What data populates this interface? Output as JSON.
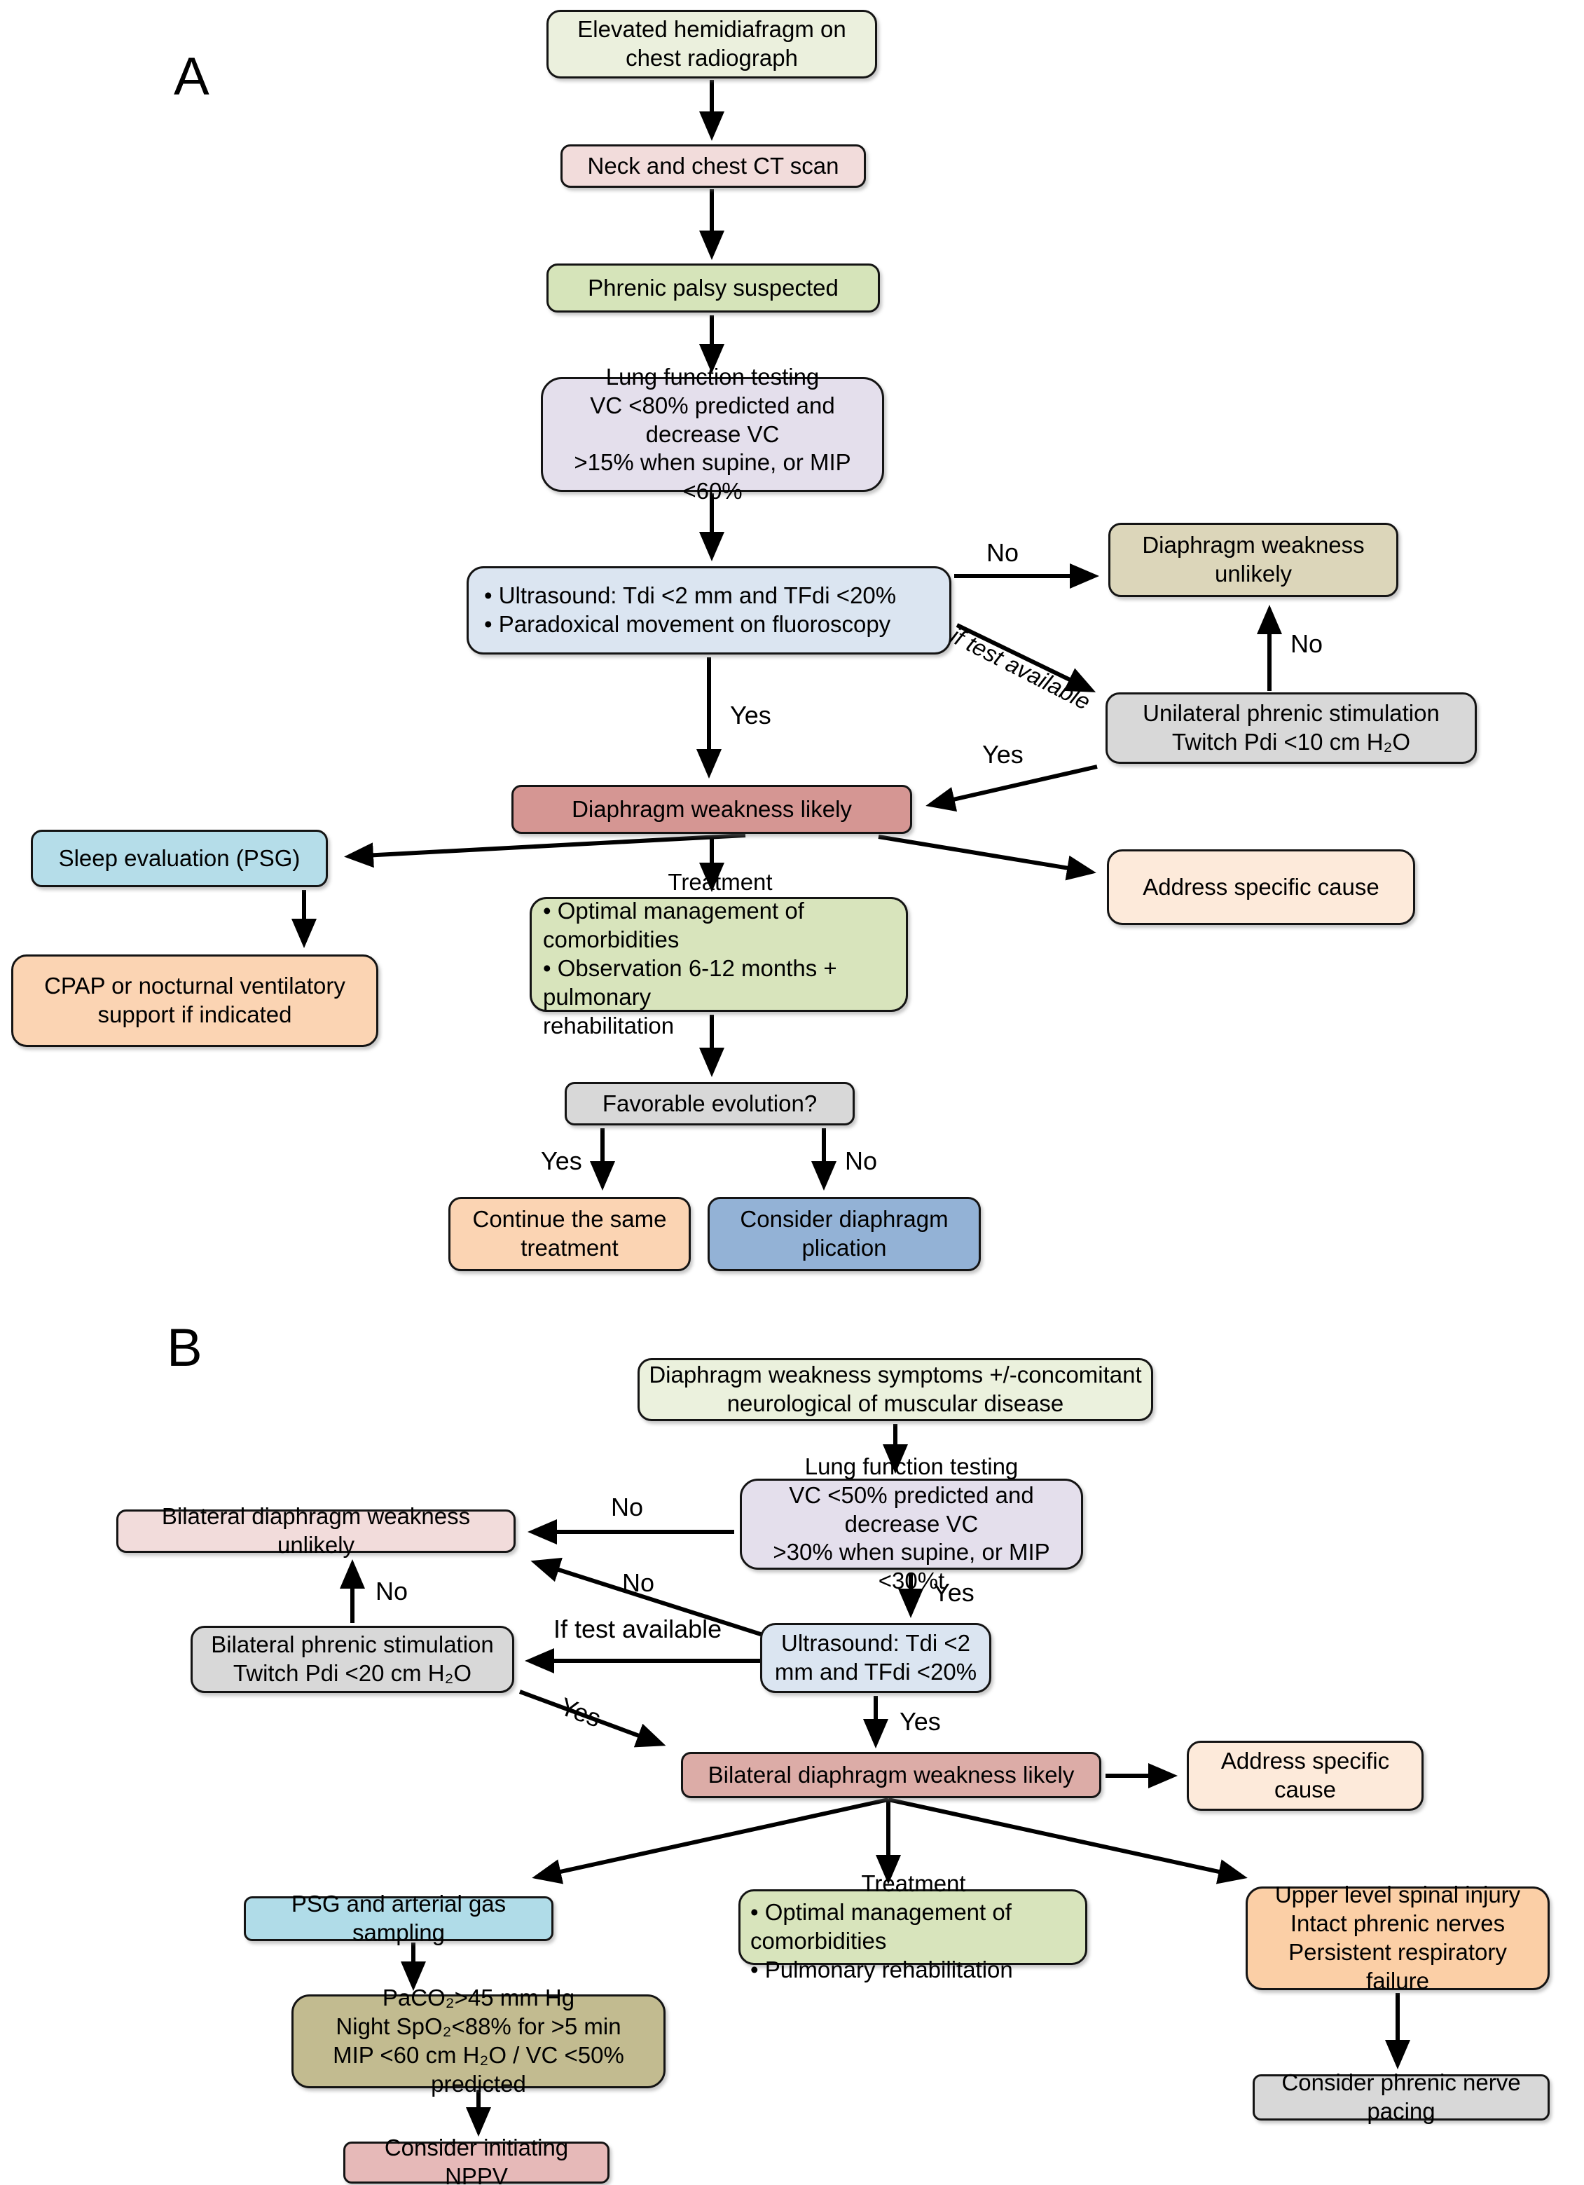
{
  "panels": {
    "a_label": "A",
    "b_label": "B"
  },
  "colors": {
    "elevated": "#ebf0dd",
    "neck_ct": "#f2dcdb",
    "phrenic_palsy": "#d6e4ba",
    "lung_a": "#e4dfec",
    "ultrasound_a": "#dbe5f1",
    "dw_unlikely": "#dcd6ba",
    "unilateral": "#d8d8d8",
    "dw_likely": "#d59693",
    "sleep_eval": "#b5dde9",
    "cpap": "#fbd4b3",
    "address_a": "#fdeada",
    "treatment_a": "#d8e4bc",
    "favorable": "#d8d8d8",
    "continue_tx": "#fbd4b3",
    "plication": "#93b2d6",
    "symptoms_b": "#ebf1dd",
    "lung_b": "#e4dfec",
    "bilateral_unlikely": "#f2dcdb",
    "bilateral_phrenic": "#d8d8d8",
    "ultrasound_b": "#dbe5f1",
    "bilateral_likely": "#dcaca7",
    "address_b": "#fdeada",
    "psg_b": "#b0dce8",
    "treatment_b": "#d8e4bc",
    "spinal": "#fbcfa6",
    "paco2": "#c2bb90",
    "nppv": "#e6b9b8",
    "pacing": "#d8d8d8"
  },
  "nodes": {
    "elevated": {
      "lines": [
        "Elevated hemidiafragm on",
        "chest radiograph"
      ]
    },
    "neck_ct": {
      "text": "Neck and chest CT scan"
    },
    "phrenic_palsy": {
      "text": "Phrenic palsy suspected"
    },
    "lung_a": {
      "lines": [
        "Lung function testing",
        "VC <80% predicted and decrease VC",
        ">15% when supine, or MIP <60%"
      ]
    },
    "ultrasound_a": {
      "lines": [
        "• Ultrasound: Tdi <2 mm and TFdi <20%",
        "• Paradoxical movement on fluoroscopy"
      ]
    },
    "dw_unlikely": {
      "lines": [
        "Diaphragm weakness",
        "unlikely"
      ]
    },
    "unilateral": {
      "lines": [
        "Unilateral phrenic stimulation",
        "Twitch Pdi <10 cm H₂O"
      ]
    },
    "dw_likely": {
      "text": "Diaphragm weakness likely"
    },
    "sleep_eval": {
      "text": "Sleep evaluation (PSG)"
    },
    "cpap": {
      "lines": [
        "CPAP or nocturnal ventilatory",
        "support if indicated"
      ]
    },
    "address_a": {
      "text": "Address specific cause"
    },
    "treatment_a": {
      "title": "Treatment",
      "lines": [
        "•  Optimal management of comorbidities",
        "•  Observation 6-12 months + pulmonary",
        "rehabilitation"
      ]
    },
    "favorable": {
      "text": "Favorable evolution?"
    },
    "continue_tx": {
      "lines": [
        "Continue the same",
        "treatment"
      ]
    },
    "plication": {
      "lines": [
        "Consider diaphragm",
        "plication"
      ]
    },
    "symptoms_b": {
      "lines": [
        "Diaphragm weakness symptoms +/-concomitant",
        "neurological of muscular disease"
      ]
    },
    "lung_b": {
      "lines": [
        "Lung function testing",
        "VC <50% predicted and decrease VC",
        ">30% when supine, or  MIP <30%t"
      ]
    },
    "bilateral_unlikely": {
      "text": "Bilateral diaphragm weakness unlikely"
    },
    "bilateral_phrenic": {
      "lines": [
        "Bilateral phrenic stimulation",
        "Twitch Pdi <20 cm H₂O"
      ]
    },
    "ultrasound_b": {
      "lines": [
        "Ultrasound: Tdi <2",
        "mm and TFdi <20%"
      ]
    },
    "bilateral_likely": {
      "text": "Bilateral diaphragm weakness likely"
    },
    "address_b": {
      "lines": [
        "Address specific",
        "cause"
      ]
    },
    "psg_b": {
      "text": "PSG and arterial gas sampling"
    },
    "treatment_b": {
      "title": "Treatment",
      "lines": [
        "• Optimal management of comorbidities",
        "• Pulmonary rehabilitation"
      ]
    },
    "spinal": {
      "lines": [
        "Upper level spinal injury",
        "Intact phrenic nerves",
        "Persistent respiratory failure"
      ]
    },
    "paco2": {
      "lines": [
        "PaCO₂>45 mm Hg",
        "Night SpO₂<88% for >5 min",
        "MIP <60 cm H₂O / VC <50% predicted"
      ]
    },
    "nppv": {
      "text": "Consider initiating NPPV"
    },
    "pacing": {
      "text": "Consider phrenic nerve pacing"
    }
  },
  "edge_labels": {
    "a": {
      "no1": "No",
      "if_test": "if test available",
      "no2": "No",
      "yes1": "Yes",
      "yes2": "Yes",
      "yes3": "Yes",
      "no3": "No"
    },
    "b": {
      "no1": "No",
      "yes1": "Yes",
      "no2": "No",
      "if_test": "If test available",
      "no3": "No",
      "yes2": "Yes",
      "yes3": "Yes"
    }
  }
}
